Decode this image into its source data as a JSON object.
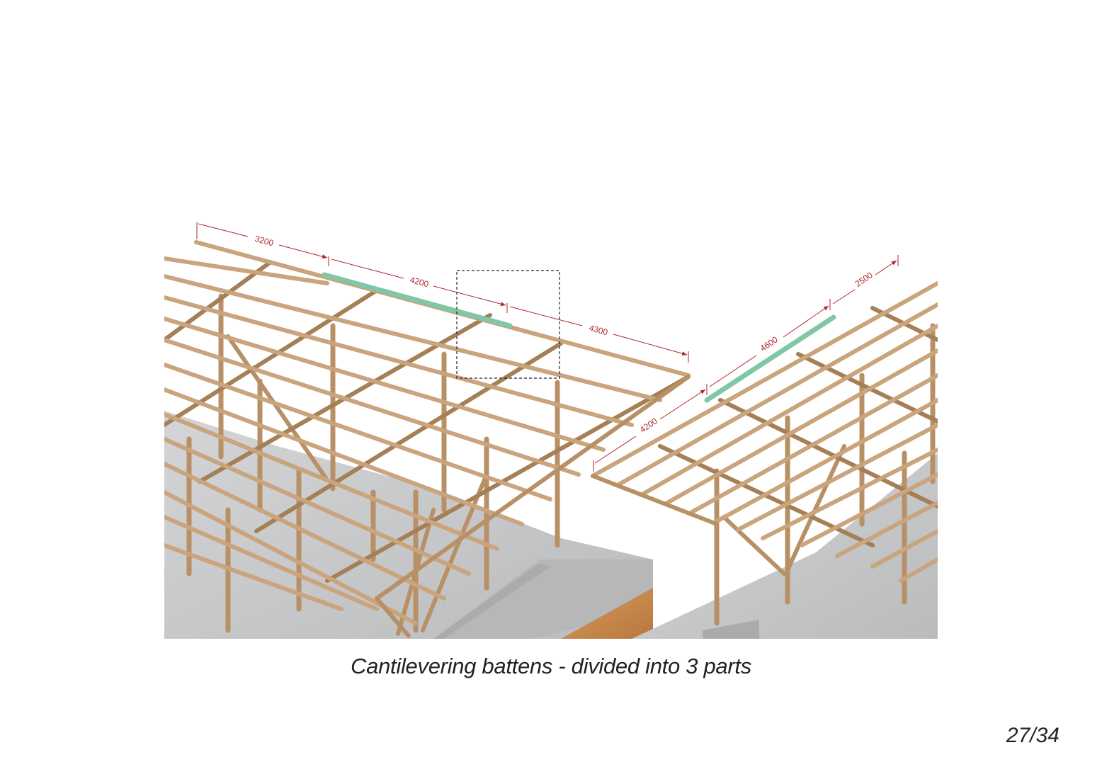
{
  "caption": "Cantilevering battens - divided into 3 parts",
  "page_number": "27/34",
  "dimensions": {
    "left_a": "3200",
    "left_b": "4200",
    "left_c": "4300",
    "right_a": "4200",
    "right_b": "4600",
    "right_c": "2500"
  },
  "colors": {
    "timber": "#c9a47c",
    "timber_dark": "#a9845c",
    "highlight_batten": "#7fc7a6",
    "dimension": "#b0262c",
    "slab": "#c9cbcd",
    "earth": "#c88a4e"
  }
}
